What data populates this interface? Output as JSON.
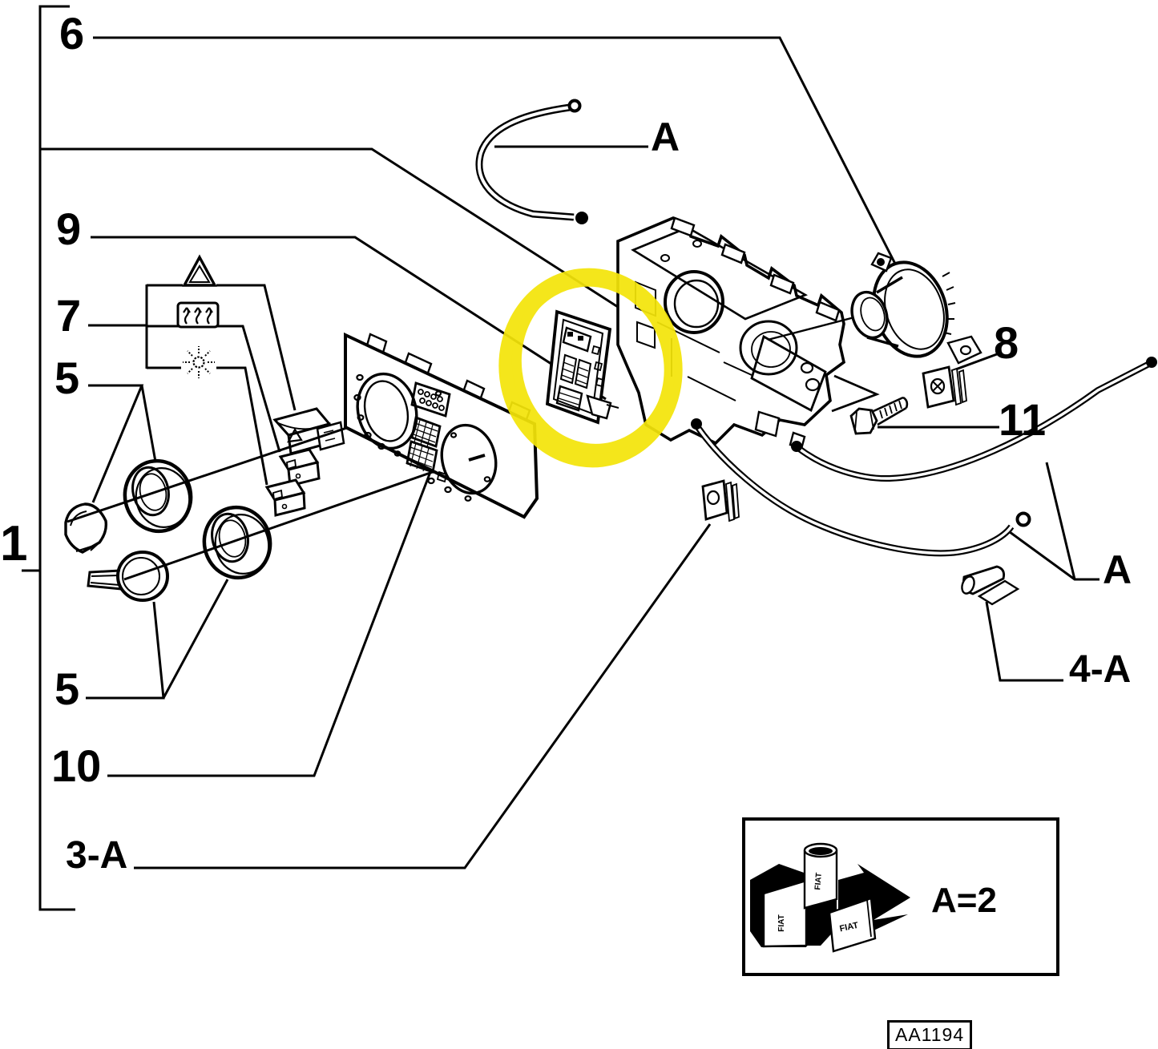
{
  "figure": {
    "kind": "exploded-parts-diagram",
    "background": "#ffffff",
    "line_color": "#000000",
    "highlight_color": "#f4e50a"
  },
  "callouts": {
    "item_6": "6",
    "item_9": "9",
    "item_7": "7",
    "item_5_upper": "5",
    "item_1": "1",
    "item_5_lower": "5",
    "item_10": "10",
    "item_3A": "3-A",
    "item_8": "8",
    "item_11": "11",
    "item_4A": "4-A",
    "ref_A_cable_top": "A",
    "ref_A_cables_right": "A"
  },
  "icons": {
    "hazard_warning": "hazard-warning-triangle-icon",
    "heated_rear_window": "heated-rear-window-icon",
    "recirculation": "starburst-icon"
  },
  "legend": {
    "quantity_note": "A=2",
    "brand_texts": [
      "FIAT",
      "FIAT",
      "FIAT"
    ]
  },
  "footer": {
    "drawing_code": "AA1194"
  }
}
